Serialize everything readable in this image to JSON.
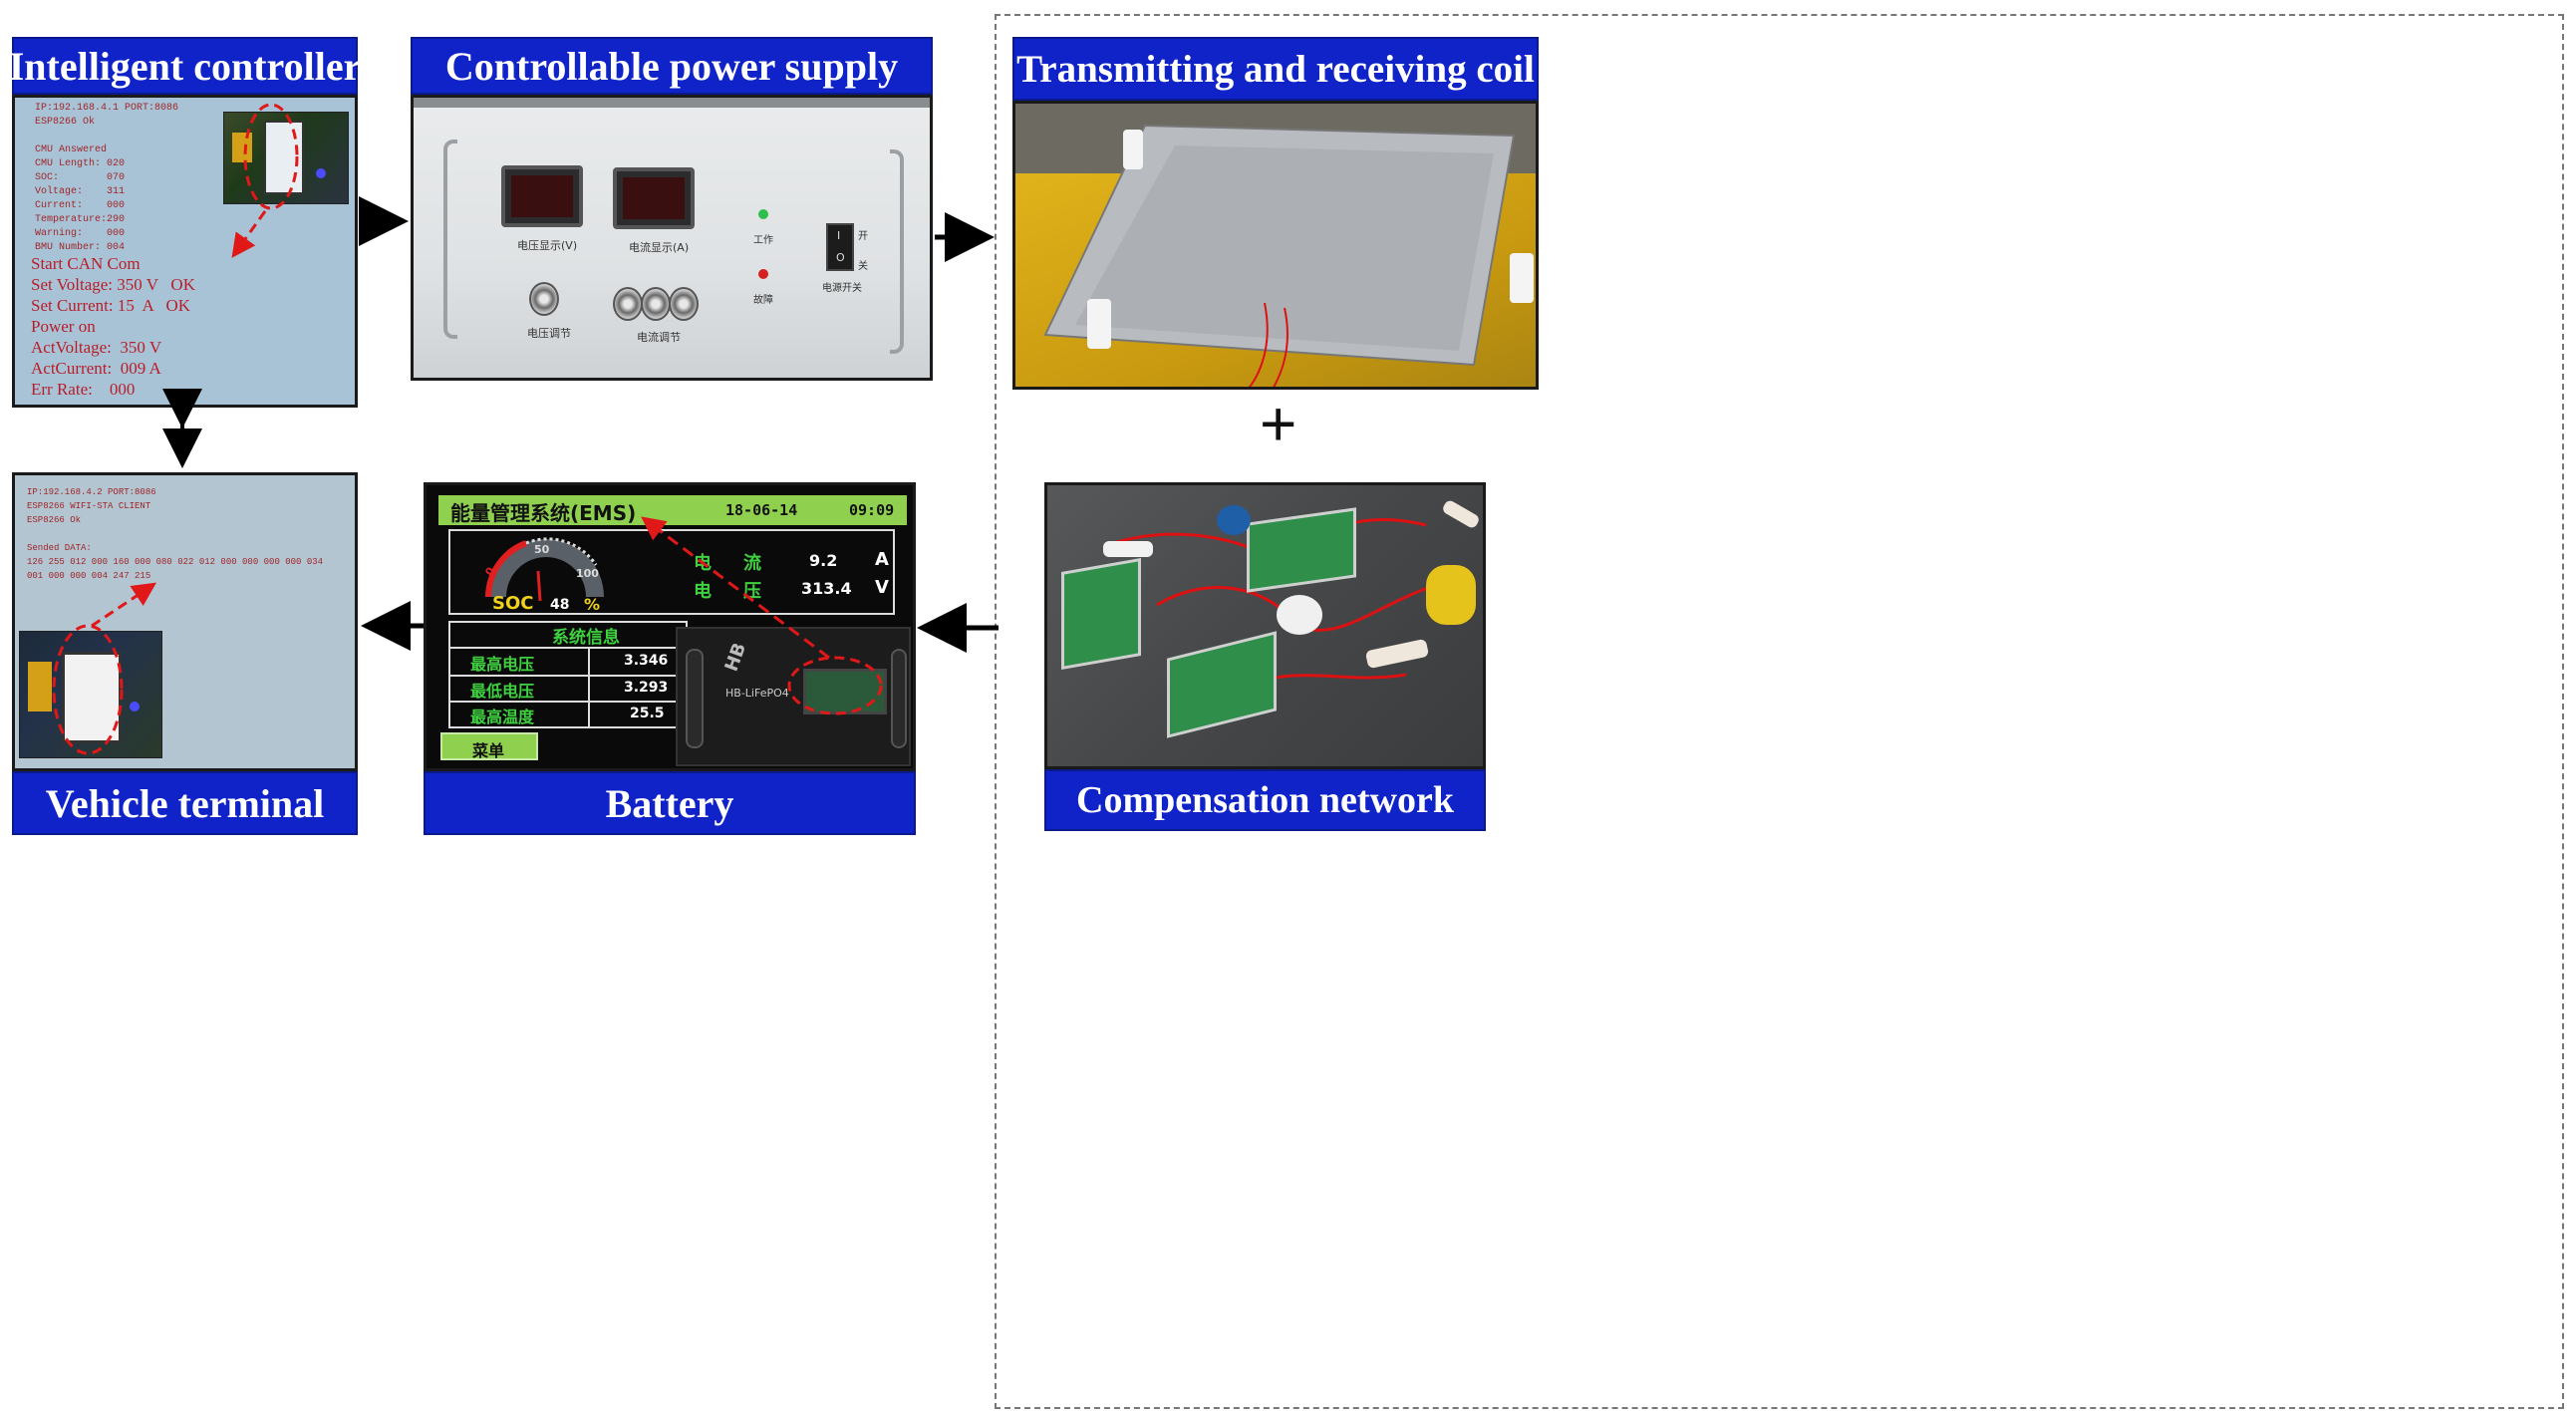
{
  "titles": {
    "intelligent_controller": "Intelligent controller",
    "power_supply": "Controllable power supply",
    "coil": "Transmitting and receiving coil",
    "vehicle_terminal": "Vehicle terminal",
    "battery": "Battery",
    "compensation": "Compensation network"
  },
  "plus_sign": "+",
  "controller_screen": {
    "small_lines": [
      "IP:192.168.4.1 PORT:8086",
      "ESP8266 Ok",
      "",
      "CMU Answered",
      "CMU Length: 020",
      "SOC:        070",
      "Voltage:    311",
      "Current:    000",
      "Temperature:290",
      "Warning:    000",
      "BMU Number: 004"
    ],
    "big_lines": [
      "Start CAN Com",
      "Set Voltage: 350 V   OK",
      "Set Current: 15  A   OK",
      "Power on",
      "ActVoltage:  350 V",
      "ActCurrent:  009 A",
      "Err Rate:    000"
    ]
  },
  "vehicle_screen": {
    "lines": [
      "IP:192.168.4.2 PORT:8086",
      "ESP8266 WIFI-STA CLIENT",
      "ESP8266 Ok",
      "",
      "Sended DATA:",
      "126 255 012 000 160 000 080 022 012 000 000 000 000 034",
      "001 000 000 004 247 215"
    ]
  },
  "power_supply_panel": {
    "voltage_display": "电压显示(V)",
    "current_display": "电流显示(A)",
    "voltage_adjust": "电压调节",
    "current_adjust": "电流调节",
    "work": "工作",
    "fault": "故障",
    "power_switch": "电源开关",
    "on": "开",
    "off": "关",
    "switch_one": "I",
    "switch_zero": "O"
  },
  "ems_screen": {
    "title": "能量管理系统(EMS)",
    "date": "18-06-14",
    "time": "09:09",
    "current_label_1": "电",
    "current_label_2": "流",
    "current_value": "9.2",
    "current_unit": "A",
    "voltage_label_1": "电",
    "voltage_label_2": "压",
    "voltage_value": "313.4",
    "voltage_unit": "V",
    "soc_label": "SOC",
    "soc_value": "48",
    "soc_unit": "%",
    "gauge_ticks": [
      "0",
      "50",
      "100"
    ],
    "system_info": "系统信息",
    "rows": [
      {
        "label": "最高电压",
        "value": "3.346"
      },
      {
        "label": "最低电压",
        "value": "3.293"
      },
      {
        "label": "最高温度",
        "value": "25.5"
      }
    ],
    "menu": "菜单",
    "battery_brand": "HB-LiFePO4",
    "battery_logo": "HB"
  },
  "colors": {
    "title_bg": "#1023c8",
    "screen_bg": "#a9c3d6",
    "ems_green": "#8fd14f",
    "annotation_red": "#e01818"
  }
}
